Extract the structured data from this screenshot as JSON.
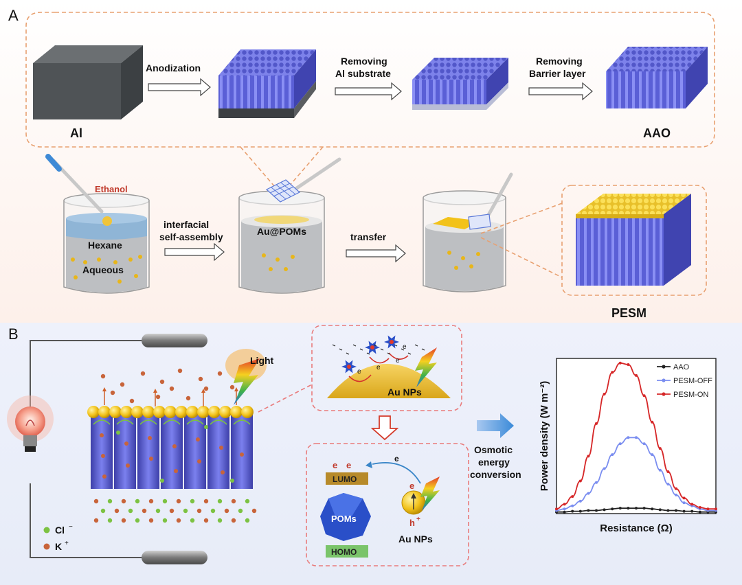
{
  "panel_a": {
    "letter": "A",
    "al_label": "Al",
    "aao_label": "AAO",
    "pesm_label": "PESM",
    "step1": "Anodization",
    "step2_line1": "Removing",
    "step2_line2": "Al substrate",
    "step3_line1": "Removing",
    "step3_line2": "Barrier layer",
    "ethanol": "Ethanol",
    "hexane": "Hexane",
    "aqueous": "Aqueous",
    "au_poms": "Au@POMs",
    "self_assembly_line1": "interfacial",
    "self_assembly_line2": "self-assembly",
    "transfer": "transfer"
  },
  "panel_b": {
    "letter": "B",
    "light": "Light",
    "au_nps": "Au NPs",
    "electron": "e",
    "lumo": "LUMO",
    "homo": "HOMO",
    "poms": "POMs",
    "hole": "h",
    "au_nps_2": "Au NPs",
    "cl_label": "Cl",
    "k_label": "K",
    "osmotic_line1": "Osmotic",
    "osmotic_line2": "energy",
    "osmotic_line3": "conversion"
  },
  "colors": {
    "pore_blue": "#6a6fe0",
    "gold": "#f2c21a",
    "red_curve": "#d62728",
    "blue_curve": "#7b8ef0",
    "black_curve": "#222222",
    "cl_green": "#7cc242",
    "k_orange": "#c8643a"
  },
  "chart_data": {
    "type": "line",
    "xlabel": "Resistance (Ω)",
    "ylabel": "Power density (W m⁻²)",
    "xlim": [
      0,
      100
    ],
    "ylim": [
      0,
      100
    ],
    "legend_position": "top-right",
    "x": [
      0,
      5,
      10,
      15,
      20,
      25,
      30,
      35,
      40,
      45,
      50,
      55,
      60,
      65,
      70,
      75,
      80,
      85,
      90,
      95,
      100
    ],
    "series": [
      {
        "name": "AAO",
        "values": [
          1,
          1,
          1.5,
          1.5,
          2,
          2,
          2.5,
          3,
          3.5,
          3.5,
          3.5,
          3.5,
          3,
          2.5,
          2,
          2,
          1.5,
          1.5,
          1,
          1,
          1
        ]
      },
      {
        "name": "PESM-OFF",
        "values": [
          2,
          3,
          5,
          8,
          13,
          20,
          29,
          38,
          45,
          49,
          49,
          45,
          38,
          28,
          19,
          12,
          7,
          5,
          3,
          2,
          2
        ]
      },
      {
        "name": "PESM-ON",
        "values": [
          3,
          6,
          11,
          21,
          37,
          58,
          77,
          91,
          97,
          96,
          89,
          76,
          59,
          42,
          27,
          16,
          10,
          6,
          4,
          3,
          3
        ]
      }
    ]
  }
}
